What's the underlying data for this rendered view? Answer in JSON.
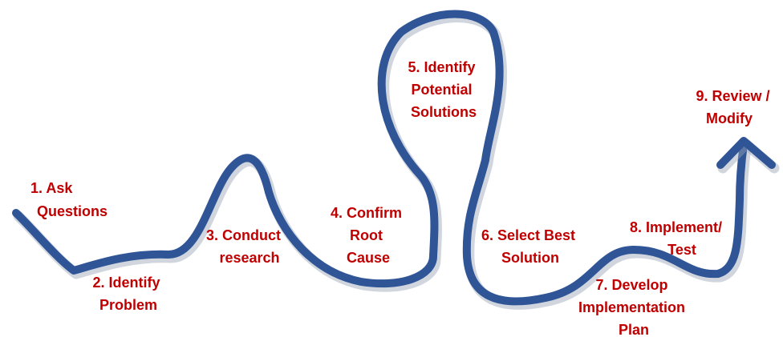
{
  "colors": {
    "path": "#2f5597",
    "label": "#c00000",
    "background": "#ffffff"
  },
  "steps": [
    {
      "lines": [
        "1.   Ask",
        "Questions"
      ]
    },
    {
      "lines": [
        "2. Identify",
        "Problem"
      ]
    },
    {
      "lines": [
        "3. Conduct",
        "research"
      ]
    },
    {
      "lines": [
        "4. Confirm",
        "Root",
        "Cause"
      ]
    },
    {
      "lines": [
        "5. Identify",
        "Potential",
        "Solutions"
      ]
    },
    {
      "lines": [
        "6. Select Best",
        "Solution"
      ]
    },
    {
      "lines": [
        "7. Develop",
        "Implementation",
        "Plan"
      ]
    },
    {
      "lines": [
        "8. Implement/",
        "Test"
      ]
    },
    {
      "lines": [
        "9. Review /",
        "Modify"
      ]
    }
  ]
}
